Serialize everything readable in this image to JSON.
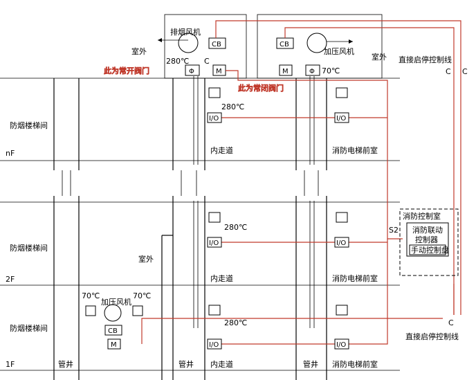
{
  "labels": {
    "exhaust_fan": "排烟风机",
    "outdoor": "室外",
    "cb": "CB",
    "m": "M",
    "phi": "Φ",
    "c": "C",
    "t280": "280℃",
    "t70": "70℃",
    "normally_open": "此为常开阀门",
    "normally_closed": "此为常闭阀门",
    "pressure_fan": "加压风机",
    "direct_line": "直接启停控制线",
    "smoke_stair": "防烟楼梯间",
    "corridor": "内走道",
    "fire_lobby": "消防电梯前室",
    "pipe_shaft": "管井",
    "io": "I/O",
    "control_room": "消防控制室",
    "linkage_ctrl_1": "消防联动",
    "linkage_ctrl_2": "控制器",
    "manual_panel": "手动控制盘",
    "s2": "S2",
    "floor_n": "nF",
    "floor_2": "2F",
    "floor_1": "1F"
  }
}
